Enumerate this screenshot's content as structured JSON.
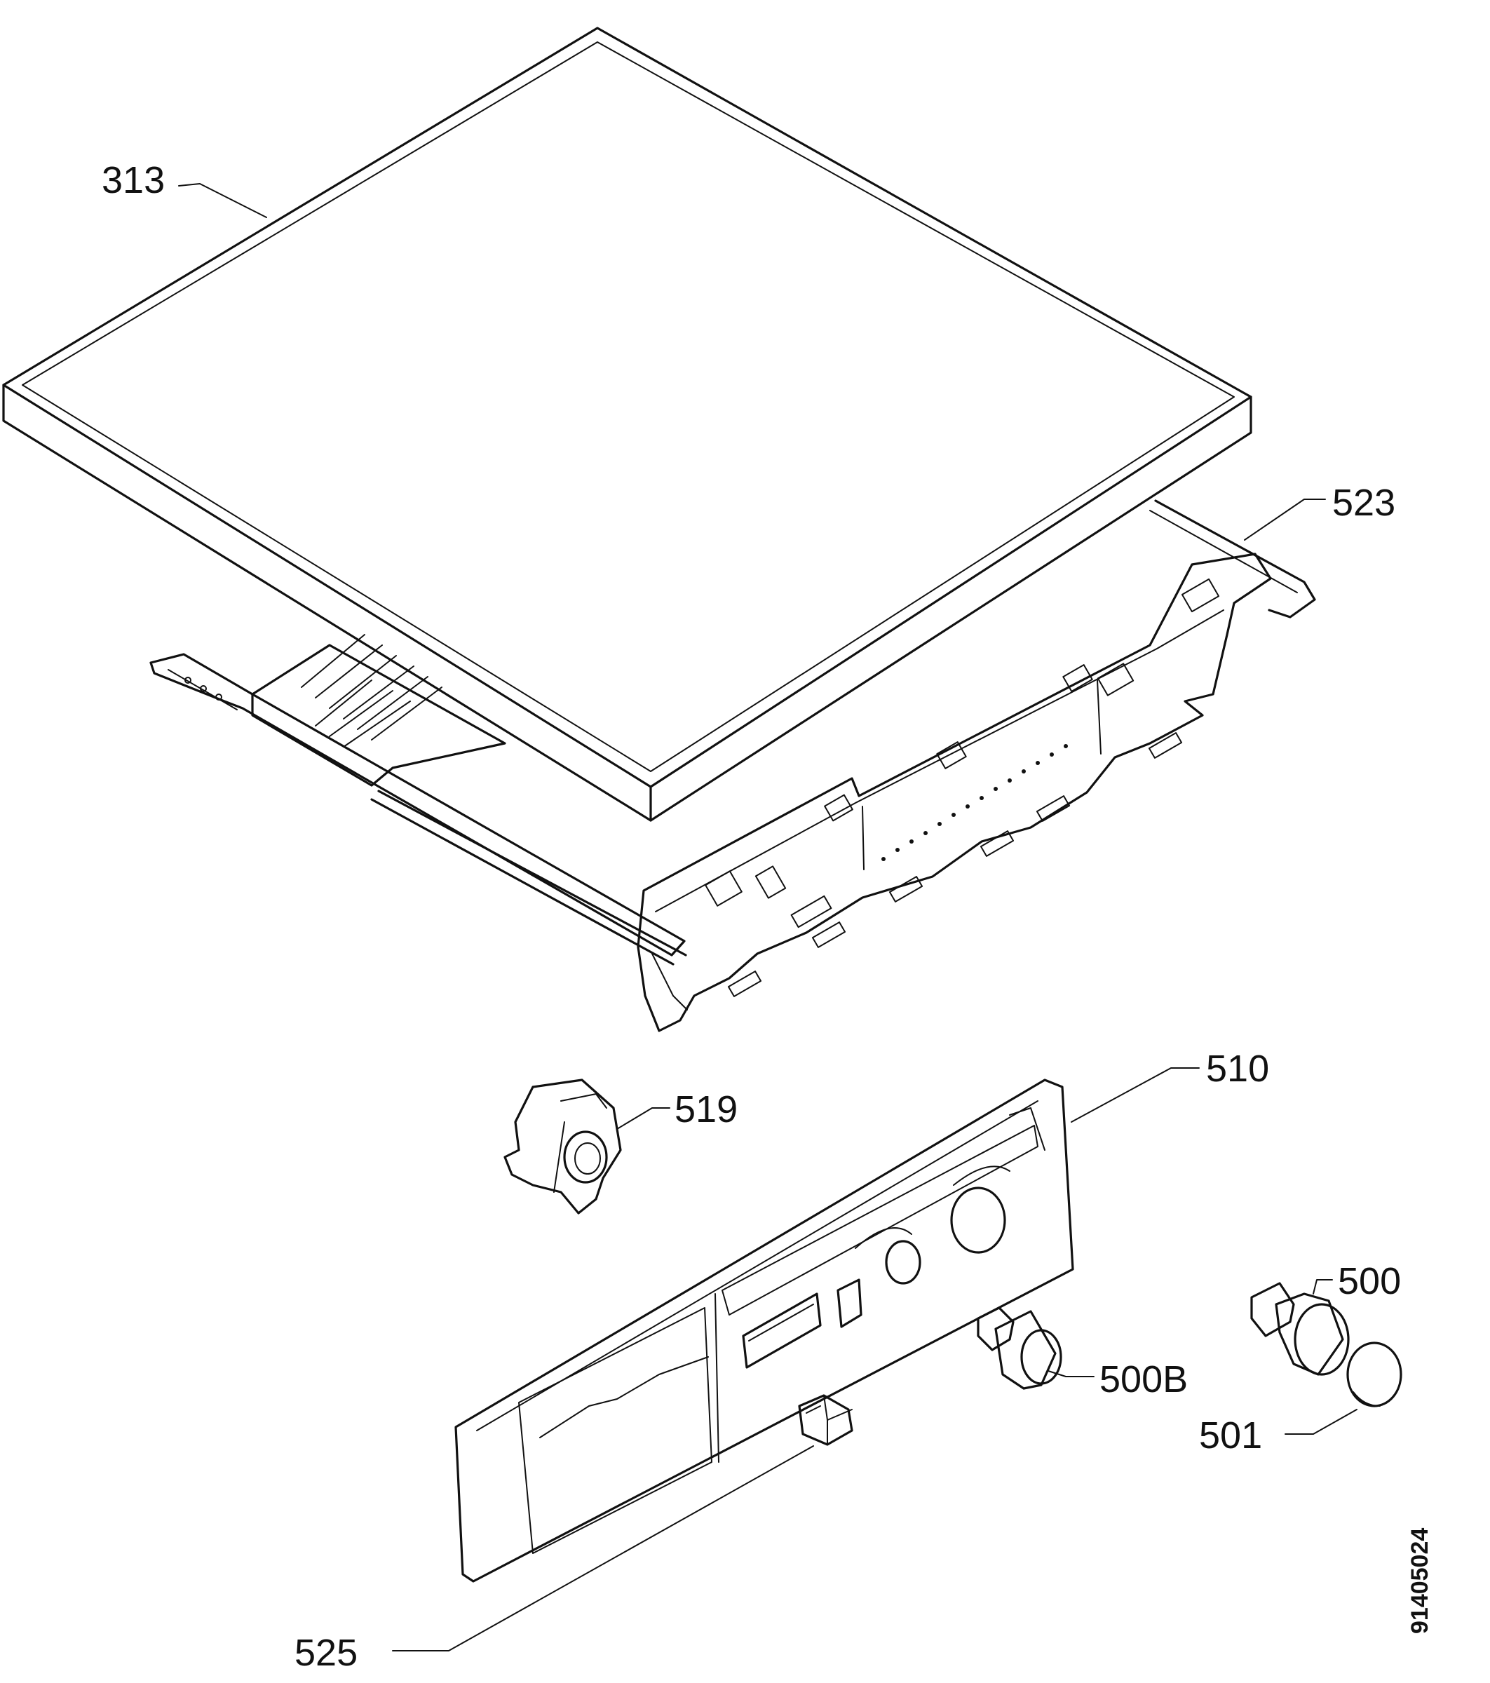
{
  "parts": [
    {
      "id": "lid",
      "label": "313"
    },
    {
      "id": "frame",
      "label": "523"
    },
    {
      "id": "panel",
      "label": "510"
    },
    {
      "id": "holder",
      "label": "519"
    },
    {
      "id": "knob-large",
      "label": "500"
    },
    {
      "id": "knob-small",
      "label": "500B"
    },
    {
      "id": "cap",
      "label": "501"
    },
    {
      "id": "switch",
      "label": "525"
    }
  ],
  "drawing_number": "91405024"
}
